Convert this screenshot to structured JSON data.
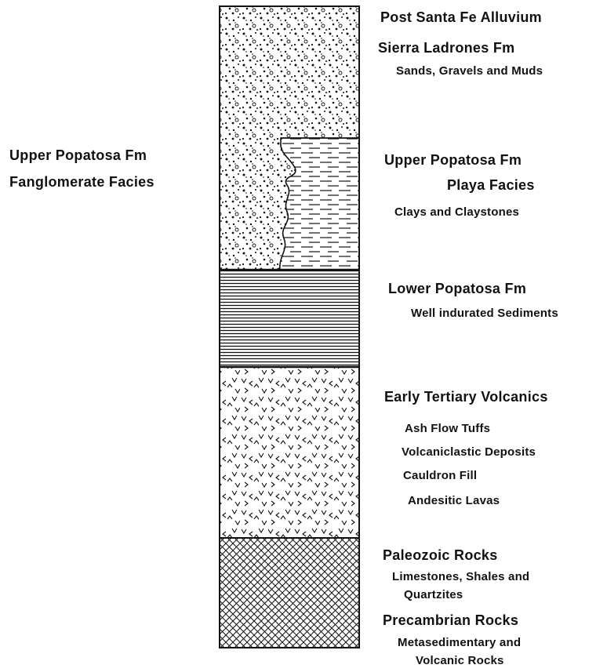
{
  "left_labels": {
    "line1": "Upper Popatosa Fm",
    "line2": "Fanglomerate  Facies"
  },
  "units": [
    {
      "key": "post_santa_fe",
      "title": "Post Santa Fe Alluvium"
    },
    {
      "key": "sierra_ladrones",
      "title": "Sierra Ladrones  Fm",
      "detail": "Sands, Gravels and Muds"
    },
    {
      "key": "upper_popatosa_playa",
      "title": "Upper Popatosa Fm",
      "subtitle": "Playa Facies",
      "detail": "Clays and  Claystones"
    },
    {
      "key": "lower_popatosa",
      "title": "Lower Popatosa Fm",
      "detail": "Well indurated Sediments"
    },
    {
      "key": "early_tertiary",
      "title": "Early Tertiary Volcanics",
      "details": [
        "Ash Flow Tuffs",
        "Volcaniclastic Deposits",
        "Cauldron Fill",
        "Andesitic Lavas"
      ]
    },
    {
      "key": "paleozoic",
      "title": "Paleozoic Rocks",
      "details": [
        "Limestones, Shales and",
        "Quartzites"
      ]
    },
    {
      "key": "precambrian",
      "title": "Precambrian Rocks",
      "details": [
        "Metasedimentary and",
        "Volcanic Rocks"
      ]
    }
  ],
  "patterns": {
    "gravel": "stipple",
    "playa": "dashed-lines",
    "lower": "fine-horizontal-lines",
    "volcanic": "v-marks",
    "basement": "cross-hatch"
  },
  "colors": {
    "ink": "#111111",
    "paper": "#ffffff"
  }
}
